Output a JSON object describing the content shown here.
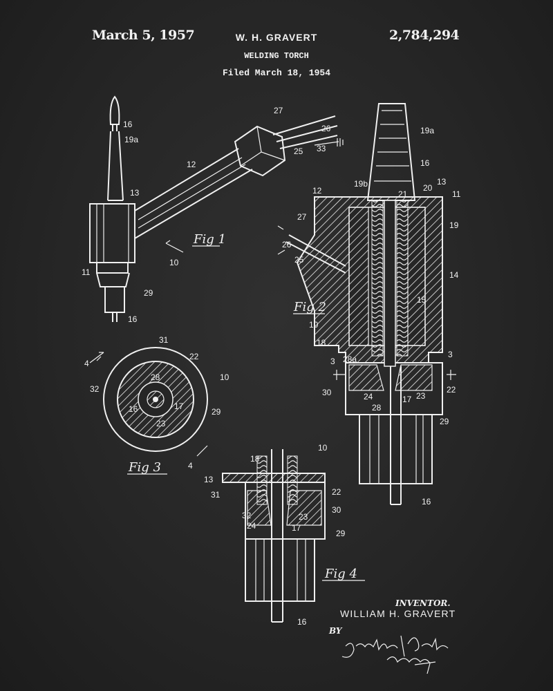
{
  "header": {
    "date": "March 5, 1957",
    "inventor": "W. H. GRAVERT",
    "patent_number": "2,784,294",
    "title": "WELDING TORCH",
    "filed": "Filed March 18, 1954"
  },
  "footer": {
    "inventor_label": "INVENTOR.",
    "inventor_name": "WILLIAM H. GRAVERT",
    "by": "BY",
    "signature": "Joseph F. Padlon, Attorney"
  },
  "figures": {
    "fig1": {
      "label": "Fig 1",
      "refs": [
        "16",
        "19a",
        "27",
        "26",
        "25",
        "33",
        "12",
        "13",
        "10",
        "11",
        "29",
        "16"
      ]
    },
    "fig2": {
      "label": "Fig 2",
      "refs": [
        "19a",
        "16",
        "19b",
        "21",
        "20",
        "13",
        "11",
        "12",
        "19",
        "27",
        "26",
        "25",
        "14",
        "15",
        "10",
        "18",
        "28a",
        "3",
        "3",
        "30",
        "24",
        "28",
        "17",
        "23",
        "22",
        "29",
        "16"
      ]
    },
    "fig3": {
      "label": "Fig 3",
      "refs": [
        "4",
        "31",
        "22",
        "10",
        "28",
        "32",
        "16",
        "17",
        "23",
        "29",
        "4"
      ]
    },
    "fig4": {
      "label": "Fig 4",
      "refs": [
        "10",
        "18",
        "13",
        "31",
        "22",
        "32",
        "23",
        "30",
        "24",
        "17",
        "29",
        "16"
      ]
    }
  },
  "colors": {
    "background": "#262626",
    "ink": "#f0f0f0"
  }
}
